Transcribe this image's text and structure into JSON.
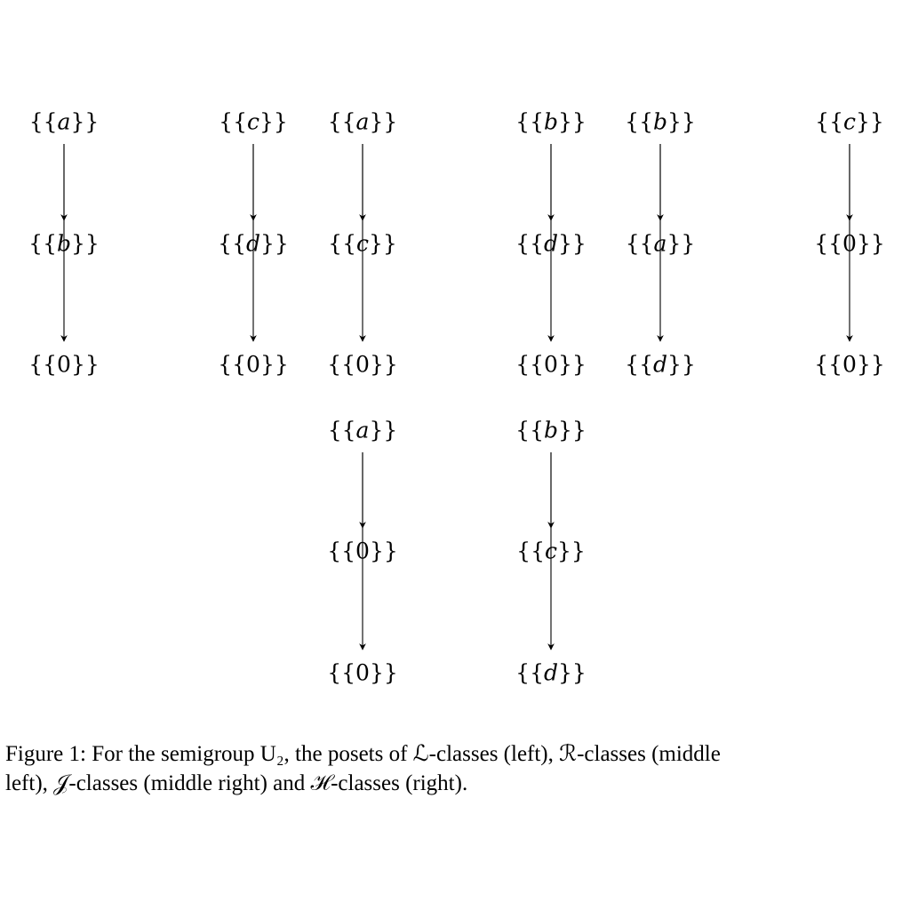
{
  "diagram": {
    "columns": [
      {
        "id": "L1",
        "nodes": [
          {
            "pre": "{{",
            "sym": "a",
            "post": "}}"
          },
          {
            "pre": "{{",
            "sym": "b",
            "post": "}}"
          },
          {
            "pre": "{{",
            "sym": "0",
            "post": "}}"
          }
        ]
      },
      {
        "id": "L2",
        "nodes": [
          {
            "pre": "{{",
            "sym": "c",
            "post": "}}"
          },
          {
            "pre": "{{",
            "sym": "d",
            "post": "}}"
          },
          {
            "pre": "{{",
            "sym": "0",
            "post": "}}"
          }
        ]
      },
      {
        "id": "R1",
        "nodes": [
          {
            "pre": "{{",
            "sym": "a",
            "post": "}}"
          },
          {
            "pre": "{{",
            "sym": "c",
            "post": "}}"
          },
          {
            "pre": "{{",
            "sym": "0",
            "post": "}}"
          }
        ]
      },
      {
        "id": "R2",
        "nodes": [
          {
            "pre": "{{",
            "sym": "b",
            "post": "}}"
          },
          {
            "pre": "{{",
            "sym": "d",
            "post": "}}"
          },
          {
            "pre": "{{",
            "sym": "0",
            "post": "}}"
          }
        ]
      },
      {
        "id": "H1",
        "nodes": [
          {
            "pre": "{{",
            "sym": "b",
            "post": "}}"
          },
          {
            "pre": "{{",
            "sym": "a",
            "post": "}}"
          },
          {
            "pre": "{{",
            "sym": "d",
            "post": "}}"
          }
        ]
      },
      {
        "id": "H2",
        "nodes": [
          {
            "pre": "{{",
            "sym": "c",
            "post": "}}"
          },
          {
            "pre": "{{",
            "sym": "0",
            "post": "}}"
          },
          {
            "pre": "{{",
            "sym": "0",
            "post": "}}"
          }
        ]
      },
      {
        "id": "J1",
        "nodes": [
          {
            "pre": "{{",
            "sym": "a",
            "post": "}}"
          },
          {
            "pre": "{{",
            "sym": "0",
            "post": "}}"
          },
          {
            "pre": "{{",
            "sym": "0",
            "post": "}}"
          }
        ]
      },
      {
        "id": "J2",
        "nodes": [
          {
            "pre": "{{",
            "sym": "b",
            "post": "}}"
          },
          {
            "pre": "{{",
            "sym": "c",
            "post": "}}"
          },
          {
            "pre": "{{",
            "sym": "d",
            "post": "}}"
          }
        ]
      }
    ]
  },
  "caption": {
    "line1": "Figure 1: For the semigroup U₂, the posets of ℒ-classes (left), ℛ-classes (middle",
    "line2": "left), 𝒥-classes (middle right) and ℋ-classes (right)."
  }
}
